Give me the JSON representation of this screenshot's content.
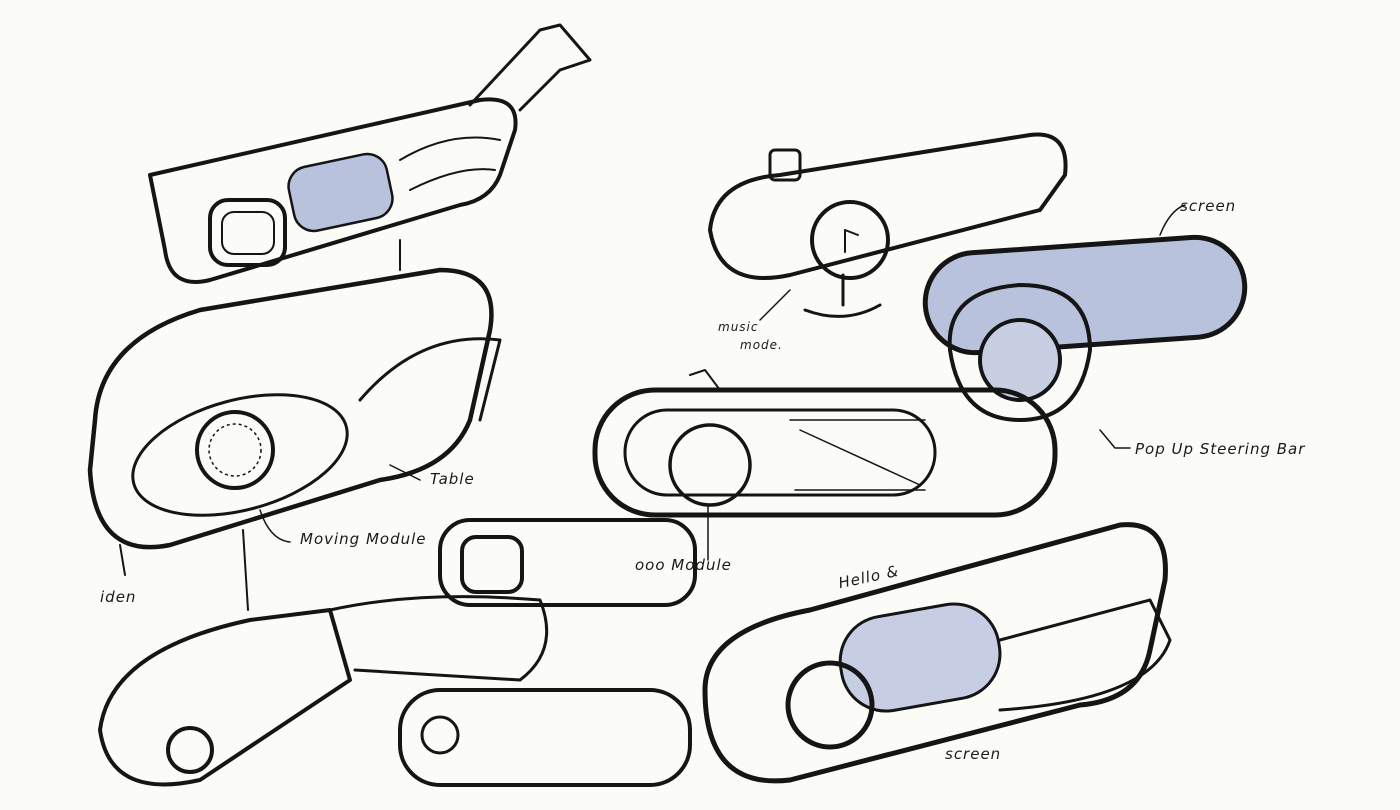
{
  "labels": {
    "screen_top": "screen",
    "music_mode_1": "music",
    "music_mode_2": "mode.",
    "pop_up": "Pop Up Steering Bar",
    "table": "Table",
    "moving_module": "Moving Module",
    "idea": "iden",
    "module": "ooo Module",
    "hello": "Hello &",
    "screen_bottom": "screen"
  },
  "colors": {
    "ink": "#151515",
    "screen_fill": "#b9c2dc",
    "paper": "#fbfbf8"
  }
}
